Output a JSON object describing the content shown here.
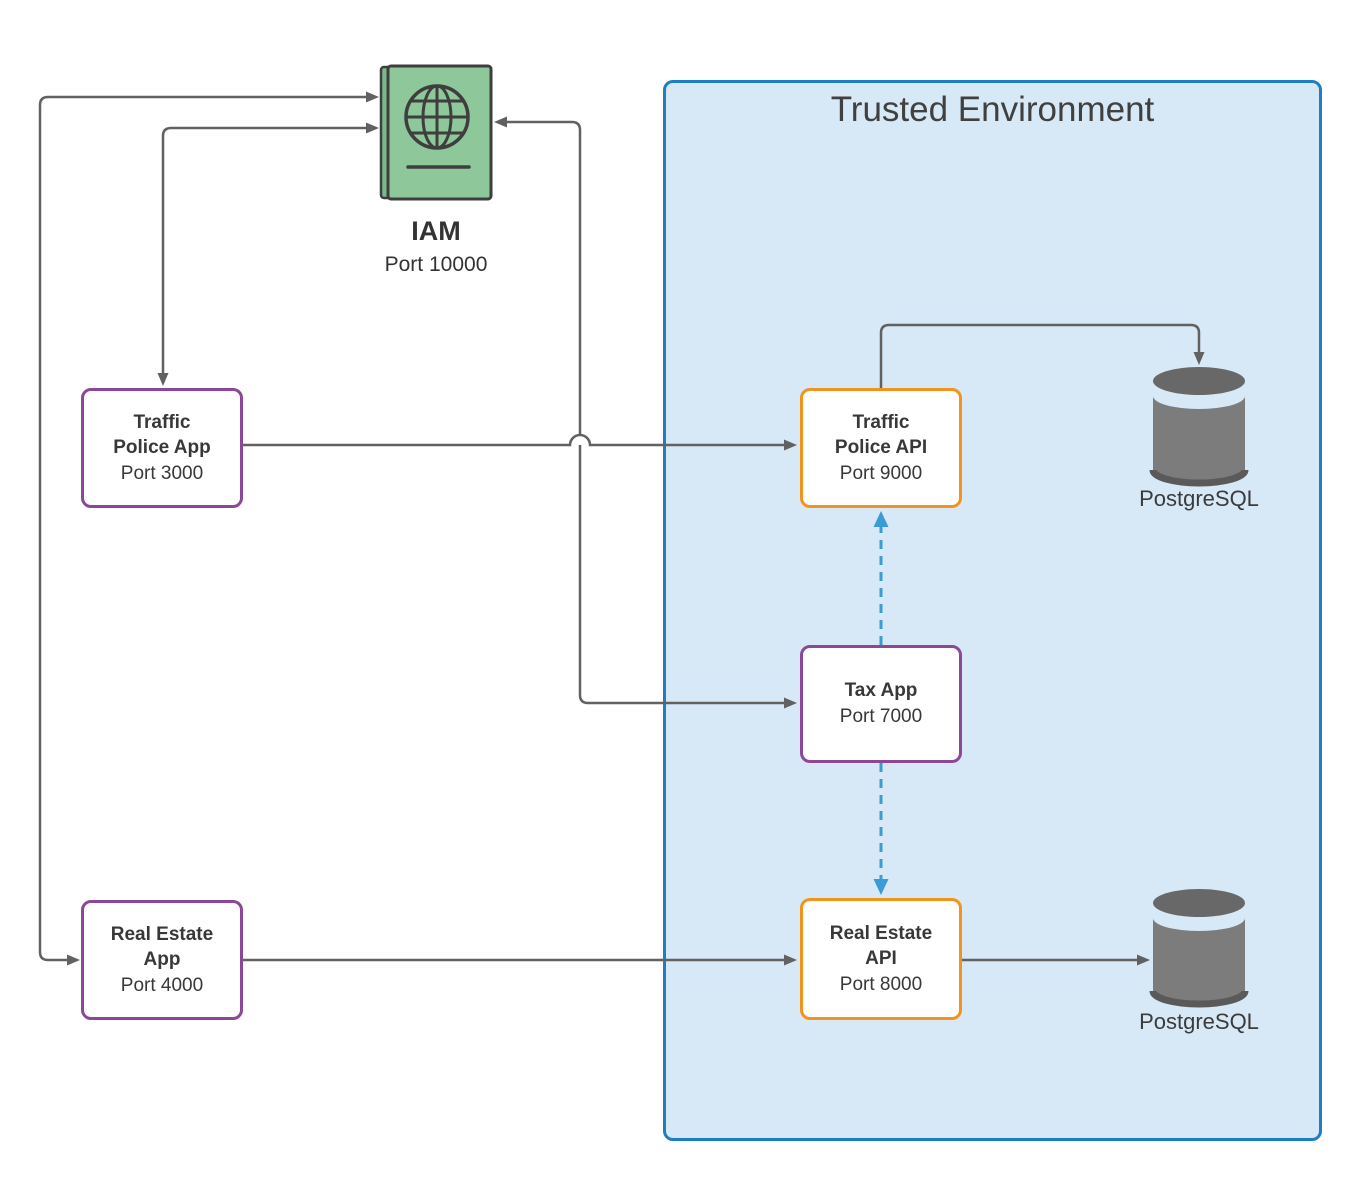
{
  "colors": {
    "purple": "#8C4799",
    "orange": "#F2931E",
    "blue_border": "#1E7EC1",
    "blue_fill": "#D7E8F7",
    "green_fill": "#8DC79A",
    "green_dark": "#79B98A",
    "outline_dark": "#3E3E3E",
    "arrow_gray": "#616161",
    "arrow_blue": "#3A9BD5",
    "db_body": "#7C7C7C",
    "db_lid": "#686868",
    "db_rim": "#5A5A5A",
    "text": "#383838"
  },
  "container": {
    "title": "Trusted Environment"
  },
  "nodes": {
    "iam": {
      "title": "IAM",
      "port": "Port 10000",
      "icon": "passport-icon"
    },
    "traffic_police_app": {
      "title": "Traffic\nPolice App",
      "port": "Port 3000"
    },
    "traffic_police_api": {
      "title": "Traffic\nPolice API",
      "port": "Port 9000"
    },
    "tax_app": {
      "title": "Tax App",
      "port": "Port 7000"
    },
    "real_estate_app": {
      "title": "Real Estate\nApp",
      "port": "Port 4000"
    },
    "real_estate_api": {
      "title": "Real Estate\nAPI",
      "port": "Port 8000"
    },
    "postgres_top": {
      "title": "PostgreSQL",
      "icon": "database-icon"
    },
    "postgres_bottom": {
      "title": "PostgreSQL",
      "icon": "database-icon"
    }
  },
  "edges": [
    {
      "from": "traffic_police_app",
      "to": "iam",
      "style": "solid",
      "arrows": "both"
    },
    {
      "from": "real_estate_app",
      "to": "iam",
      "style": "solid",
      "arrows": "both"
    },
    {
      "from": "tax_app",
      "to": "iam",
      "style": "solid",
      "arrows": "both"
    },
    {
      "from": "traffic_police_app",
      "to": "traffic_police_api",
      "style": "solid",
      "arrows": "end"
    },
    {
      "from": "real_estate_app",
      "to": "real_estate_api",
      "style": "solid",
      "arrows": "end"
    },
    {
      "from": "traffic_police_api",
      "to": "postgres_top",
      "style": "solid",
      "arrows": "end"
    },
    {
      "from": "real_estate_api",
      "to": "postgres_bottom",
      "style": "solid",
      "arrows": "end"
    },
    {
      "from": "tax_app",
      "to": "traffic_police_api",
      "style": "dashed-blue",
      "arrows": "end"
    },
    {
      "from": "tax_app",
      "to": "real_estate_api",
      "style": "dashed-blue",
      "arrows": "end"
    }
  ]
}
